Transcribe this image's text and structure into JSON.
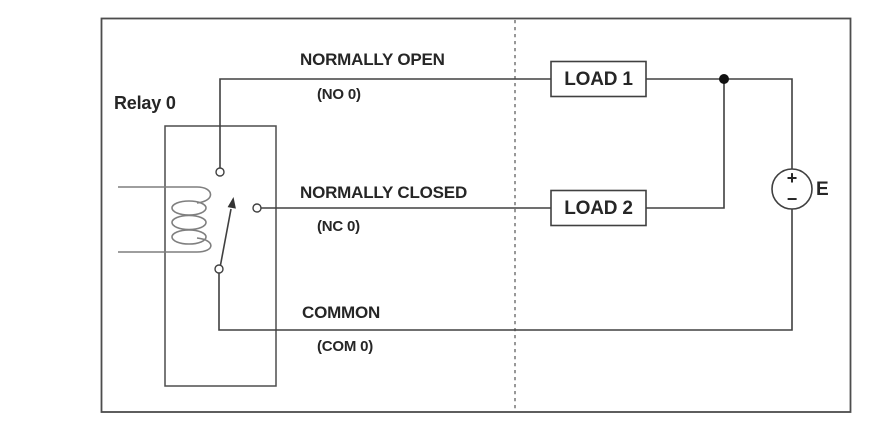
{
  "colors": {
    "background": "#ffffff",
    "wire": "#404040",
    "coil": "#7f7f7f",
    "frame_border": "#4d4d4d",
    "divider": "#7f7f7f",
    "text": "#262626"
  },
  "relay": {
    "label": "Relay 0"
  },
  "terminals": {
    "normally_open": {
      "label": "NORMALLY OPEN",
      "pin": "(NO 0)"
    },
    "normally_closed": {
      "label": "NORMALLY CLOSED",
      "pin": "(NC 0)"
    },
    "common": {
      "label": "COMMON",
      "pin": "(COM 0)"
    }
  },
  "loads": {
    "load1_label": "LOAD 1",
    "load2_label": "LOAD 2"
  },
  "battery": {
    "label": "E",
    "plus_symbol": "+",
    "minus_symbol": "−"
  }
}
